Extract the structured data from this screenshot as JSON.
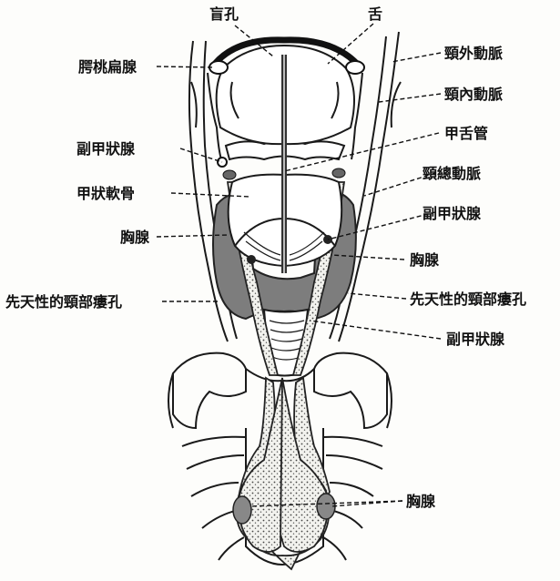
{
  "labels": {
    "foramen_cecum": "盲孔",
    "tongue": "舌",
    "palatine_tonsil": "腭桃扁腺",
    "external_carotid": "頸外動脈",
    "internal_carotid": "頸內動脈",
    "thyroglossal_duct": "甲舌管",
    "parathyroid_upper_left": "副甲狀腺",
    "common_carotid": "頸總動脈",
    "thyroid_cartilage": "甲狀軟骨",
    "parathyroid_right": "副甲狀腺",
    "thymus_left": "胸腺",
    "thymus_right": "胸腺",
    "fistula_left": "先天性的頸部瘻孔",
    "fistula_right": "先天性的頸部瘻孔",
    "parathyroid_lower_right": "副甲狀腺",
    "thymus_bottom": "胸腺"
  }
}
